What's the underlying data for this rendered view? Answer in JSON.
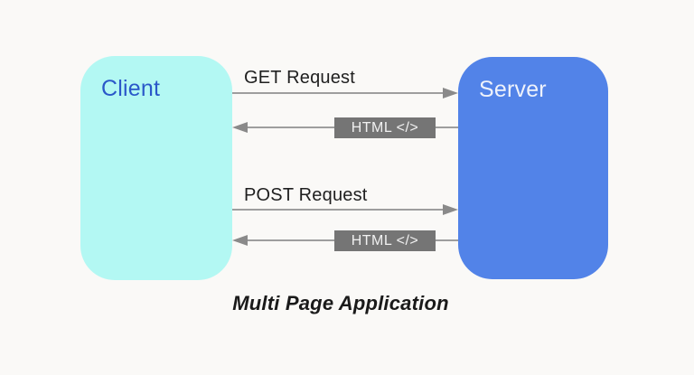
{
  "diagram": {
    "caption": "Multi Page Application",
    "client": {
      "label": "Client"
    },
    "server": {
      "label": "Server"
    },
    "flows": [
      {
        "label": "GET Request",
        "from": "Client",
        "to": "Server",
        "direction": "right"
      },
      {
        "label": "HTML </>",
        "from": "Server",
        "to": "Client",
        "direction": "left"
      },
      {
        "label": "POST Request",
        "from": "Client",
        "to": "Server",
        "direction": "right"
      },
      {
        "label": "HTML </>",
        "from": "Server",
        "to": "Client",
        "direction": "left"
      }
    ],
    "colors": {
      "background": "#faf9f7",
      "client_fill": "#b3f8f3",
      "client_text": "#2a58c9",
      "server_fill": "#5283e8",
      "server_text": "#eef2fb",
      "arrow_line": "#9e9e9e",
      "arrow_head": "#8a8a8a",
      "chip_fill": "#757575",
      "chip_text": "#f1f1f1",
      "request_text": "#1f1f1f",
      "caption_text": "#1a1a1a"
    }
  }
}
